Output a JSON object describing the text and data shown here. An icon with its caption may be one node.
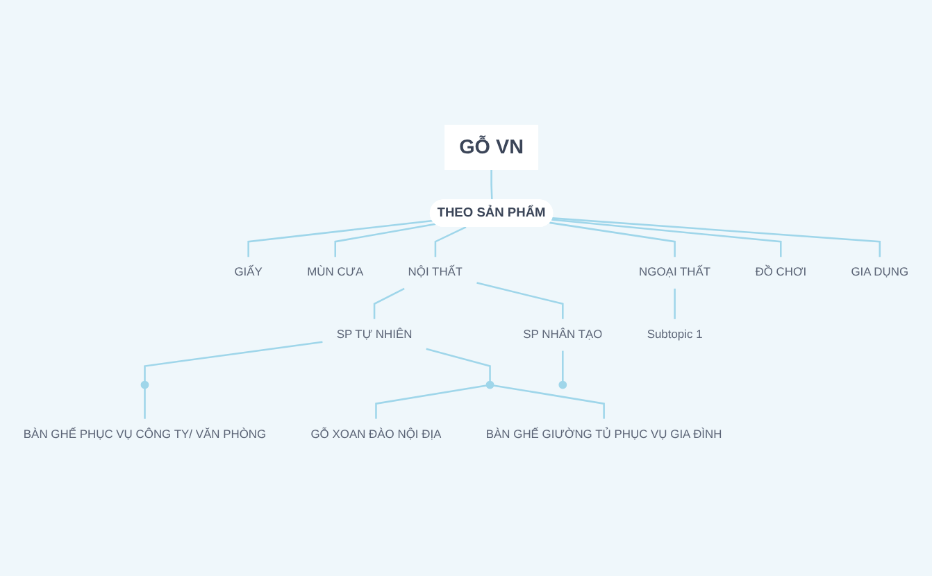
{
  "diagram": {
    "nodes": [
      {
        "text": [
          "GỖ VN"
        ]
      },
      {
        "text": [
          "THEO SẢN PHẨM"
        ]
      },
      {
        "text": [
          "GIẤY"
        ]
      },
      {
        "text": [
          "MÙN CƯA"
        ]
      },
      {
        "text": [
          "NỘI THẤT"
        ]
      },
      {
        "text": [
          "NGOẠI THẤT"
        ]
      },
      {
        "text": [
          "ĐỒ CHƠI"
        ]
      },
      {
        "text": [
          "GIA DỤNG"
        ]
      },
      {
        "text": [
          "SP TỰ NHIÊN"
        ]
      },
      {
        "text": [
          "SP NHÂN TẠO"
        ]
      },
      {
        "text": [
          "Subtopic 1"
        ]
      },
      {
        "text": [],
        "shape": "circle"
      },
      {
        "text": [],
        "shape": "circle"
      },
      {
        "text": [],
        "shape": "circle"
      },
      {
        "text": [
          "BÀN GHẾ PHỤC VỤ CÔNG TY/ VĂN PHÒNG"
        ]
      },
      {
        "text": [
          "GỖ XOAN ĐÀO NỘI ĐỊA"
        ]
      },
      {
        "text": [
          "BÀN GHẾ GIƯỜNG TỦ PHỤC VỤ GIA ĐÌNH"
        ]
      }
    ],
    "edges": [
      {
        "from": 0,
        "to": 1,
        "arrow": "none"
      },
      {
        "from": 1,
        "to": 2,
        "arrow": "none"
      },
      {
        "from": 1,
        "to": 3,
        "arrow": "none"
      },
      {
        "from": 1,
        "to": 4,
        "arrow": "none"
      },
      {
        "from": 1,
        "to": 5,
        "arrow": "none"
      },
      {
        "from": 1,
        "to": 6,
        "arrow": "none"
      },
      {
        "from": 1,
        "to": 7,
        "arrow": "none"
      },
      {
        "from": 4,
        "to": 8,
        "arrow": "none"
      },
      {
        "from": 4,
        "to": 9,
        "arrow": "none"
      },
      {
        "from": 5,
        "to": 10,
        "arrow": "none"
      },
      {
        "from": 8,
        "to": 11,
        "arrow": "none"
      },
      {
        "from": 8,
        "to": 12,
        "arrow": "none"
      },
      {
        "from": 9,
        "to": 13,
        "arrow": "none"
      },
      {
        "from": 11,
        "to": 14,
        "arrow": "none"
      },
      {
        "from": 12,
        "to": 15,
        "arrow": "none"
      },
      {
        "from": 12,
        "to": 16,
        "arrow": "none"
      }
    ]
  }
}
